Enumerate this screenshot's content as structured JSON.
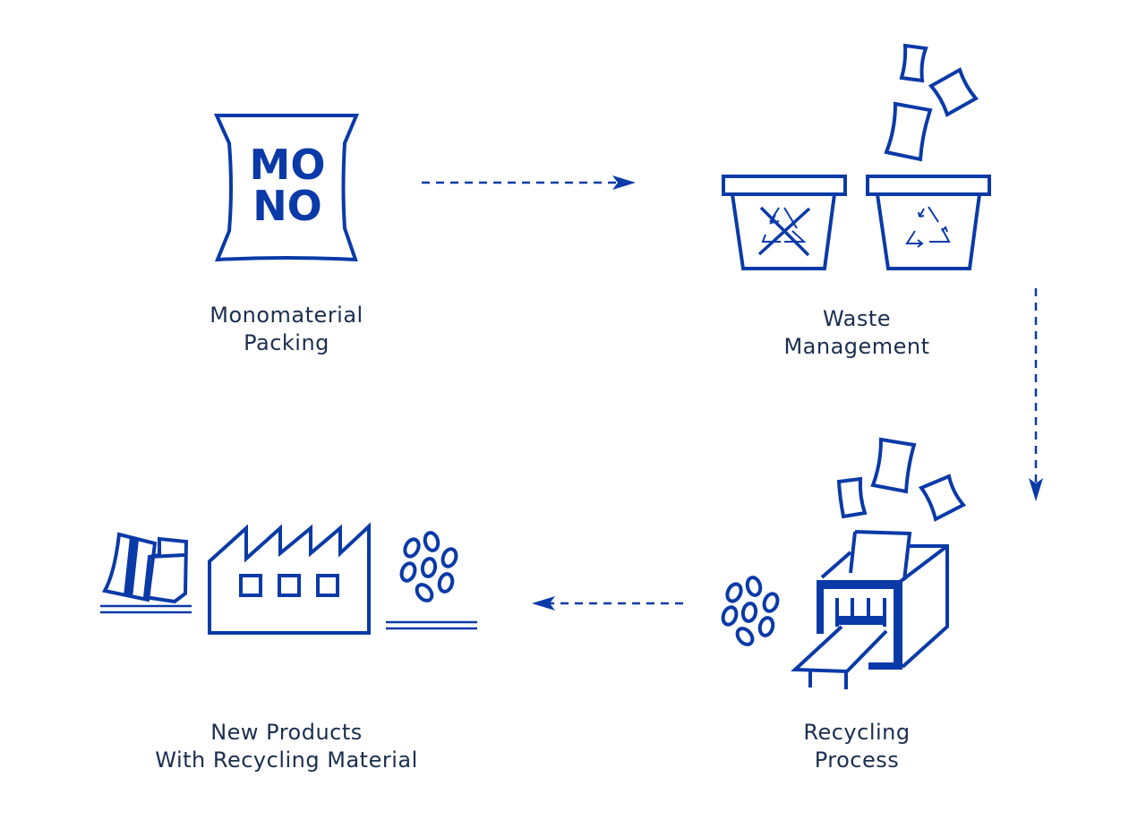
{
  "diagram": {
    "accent_color": "#0a3aa8",
    "text_color": "#1a2f4f",
    "steps": [
      {
        "id": "monomaterial",
        "icon": "mono-pack-icon",
        "pack_text": [
          "MO",
          "NO"
        ],
        "label": [
          "Monomaterial",
          "Packing"
        ]
      },
      {
        "id": "waste",
        "icon": "waste-bins-icon",
        "label": [
          "Waste",
          "Management"
        ]
      },
      {
        "id": "recycling",
        "icon": "recycling-machine-icon",
        "label": [
          "Recycling",
          "Process"
        ]
      },
      {
        "id": "new-products",
        "icon": "factory-icon",
        "label": [
          "New Products",
          "With Recycling Material"
        ]
      }
    ],
    "arrows": [
      {
        "from": "monomaterial",
        "to": "waste",
        "direction": "right"
      },
      {
        "from": "waste",
        "to": "recycling",
        "direction": "down"
      },
      {
        "from": "recycling",
        "to": "new-products",
        "direction": "left"
      }
    ]
  }
}
